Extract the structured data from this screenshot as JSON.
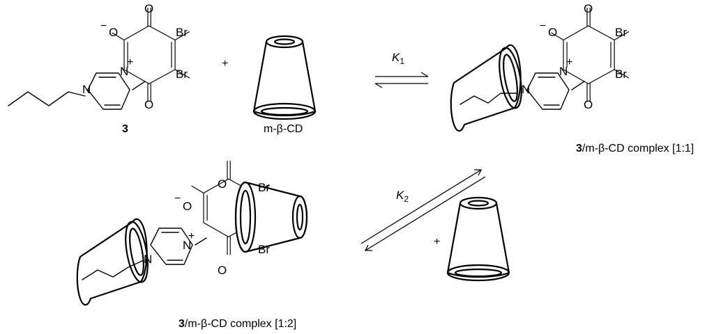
{
  "atoms": {
    "o_minus": "O",
    "o_carbonyl": "O",
    "br": "Br",
    "n": "N",
    "minus": "−",
    "plus": "+"
  },
  "reaction": {
    "plus_sign": "+",
    "k1": {
      "symbol": "K",
      "sub": "1"
    },
    "k2": {
      "symbol": "K",
      "sub": "2"
    }
  },
  "labels": {
    "compound_number": "3",
    "host_name": "m-β-CD",
    "complex_1_1_suffix": "/m-β-CD complex [1:1]",
    "complex_1_2_suffix": "/m-β-CD complex [1:2]"
  }
}
